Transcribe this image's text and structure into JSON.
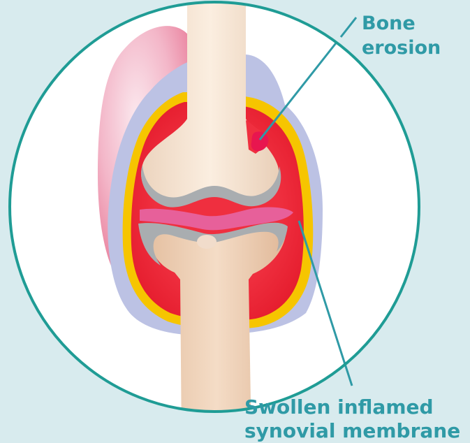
{
  "annotations": {
    "bone_erosion": {
      "line1": "Bone",
      "line2": "erosion"
    },
    "synovial_membrane": {
      "line1": "Swollen inflamed",
      "line2": "synovial membrane"
    }
  },
  "colors": {
    "background": "#d8ebee",
    "circle_outline": "#1f9c95",
    "label_text": "#2f9aa6",
    "inflamed_membrane": "#ec2a3a",
    "capsule_outline": "#f5c400",
    "swelling": "#b9bfe2",
    "bone": "#f6e1cd",
    "cartilage": "#a8acae",
    "erosion_spot": "#e8164f"
  }
}
